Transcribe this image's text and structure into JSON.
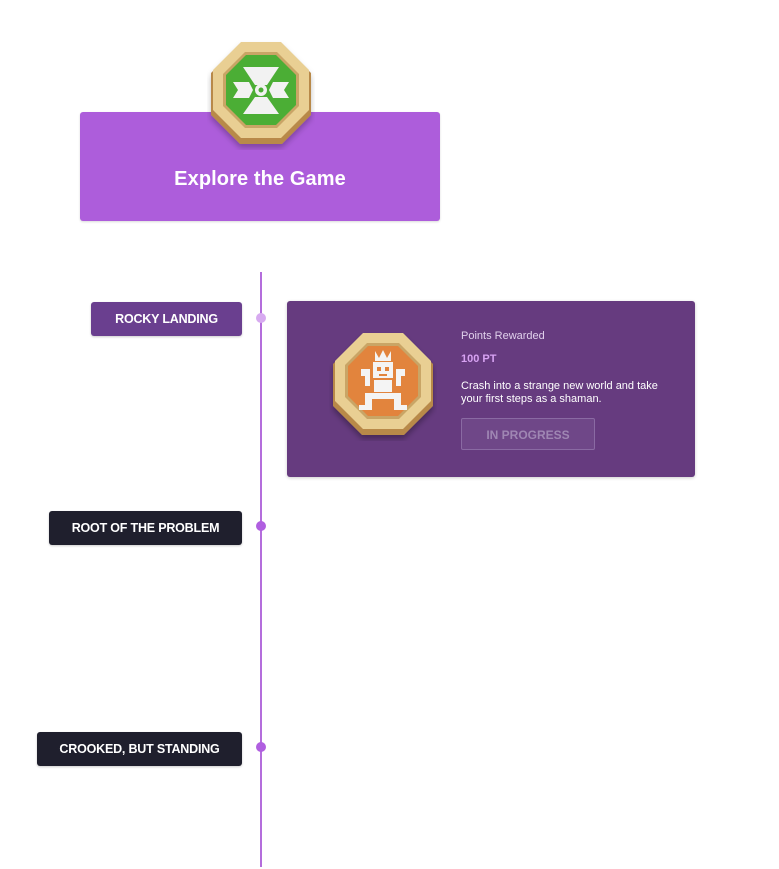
{
  "header": {
    "title": "Explore the Game",
    "badge_icon": "compass-glyph-icon",
    "badge_color": "#4cae36"
  },
  "timeline": {
    "stages": [
      {
        "label": "ROCKY LANDING",
        "state": "active"
      },
      {
        "label": "ROOT OF THE PROBLEM",
        "state": "locked"
      },
      {
        "label": "CROOKED, BUT STANDING",
        "state": "locked"
      }
    ]
  },
  "quest": {
    "badge_icon": "shaman-totem-icon",
    "badge_color": "#e2843c",
    "points_label": "Points Rewarded",
    "points_value": "100 PT",
    "description": "Crash into a strange new world and take your first steps as a shaman.",
    "button_label": "IN PROGRESS"
  },
  "colors": {
    "accent": "#ad5ddb",
    "card": "#663b7f",
    "locked_label": "#1f1f2d"
  }
}
